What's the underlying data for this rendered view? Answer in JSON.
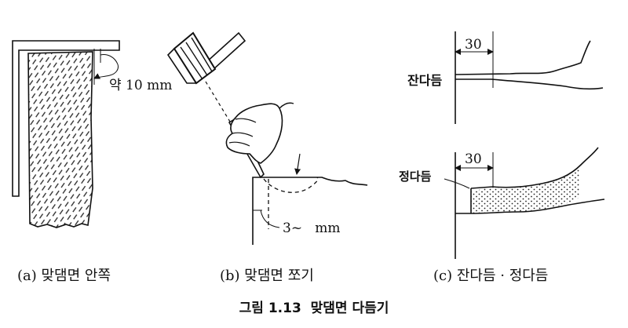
{
  "figure": {
    "caption": "그림 1.13  맞댐면 다듬기"
  },
  "panel_a": {
    "label": "(a) 맞댐면 안쪽",
    "dimension": "약 10 mm"
  },
  "panel_b": {
    "label": "(b) 맞댐면 쪼기",
    "dimension": "3~   mm"
  },
  "panel_c": {
    "label": "(c) 잔다듬 · 정다듬",
    "top_dimension": "30",
    "top_label": "잔다듬",
    "bottom_dimension": "30",
    "bottom_label": "정다듬"
  }
}
